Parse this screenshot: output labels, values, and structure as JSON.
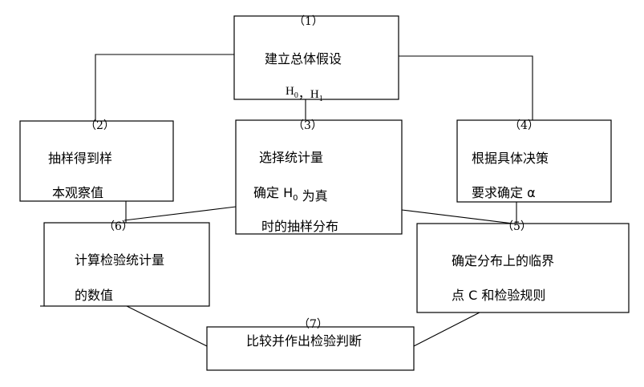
{
  "nodes": {
    "n1": {
      "label": "（1）",
      "line1": "建立总体假设",
      "line2": "H0，H1"
    },
    "n2": {
      "label": "（2）",
      "line1": "抽样得到样",
      "line2": "本观察值"
    },
    "n3": {
      "label": "（3）",
      "line1": "选择统计量",
      "line2": "确定 H0 为真",
      "line3": "时的抽样分布"
    },
    "n4": {
      "label": "（4）",
      "line1": "根据具体决策",
      "line2": "要求确定 α"
    },
    "n5": {
      "label": "（5）",
      "line1": "确定分布上的临界",
      "line2": "点 C 和检验规则"
    },
    "n6": {
      "label": "（6）",
      "line1": "计算检验统计量",
      "line2": "的数值"
    },
    "n7": {
      "label": "（7）",
      "line1": "比较并作出检验判断"
    }
  }
}
